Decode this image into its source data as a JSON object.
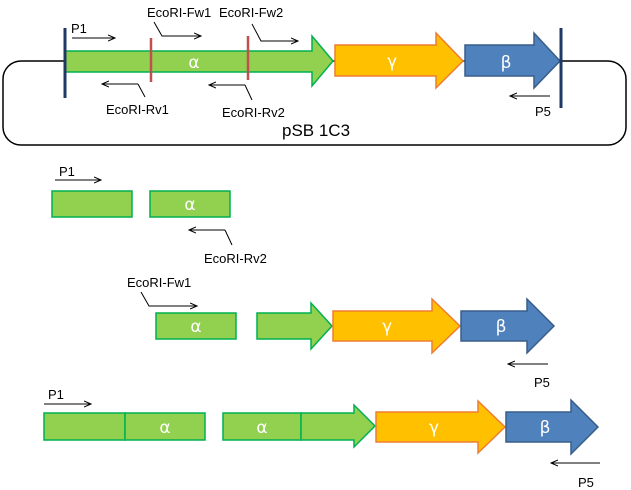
{
  "plasmid": {
    "name": "pSB 1C3"
  },
  "genes": {
    "alpha": "α",
    "gamma": "γ",
    "beta": "β"
  },
  "primers": {
    "p1": "P1",
    "p5": "P5",
    "fw1": "EcoRI-Fw1",
    "fw2": "EcoRI-Fw2",
    "rv1": "EcoRI-Rv1",
    "rv2": "EcoRI-Rv2"
  },
  "colors": {
    "alpha_fill": "#92d050",
    "alpha_stroke": "#00b050",
    "gamma_fill": "#ffc000",
    "gamma_stroke": "#ed7d31",
    "beta_fill": "#4f81bd",
    "beta_stroke": "#385d8a",
    "ecori_site": "#c0504d",
    "boundary": "#1f3864"
  }
}
